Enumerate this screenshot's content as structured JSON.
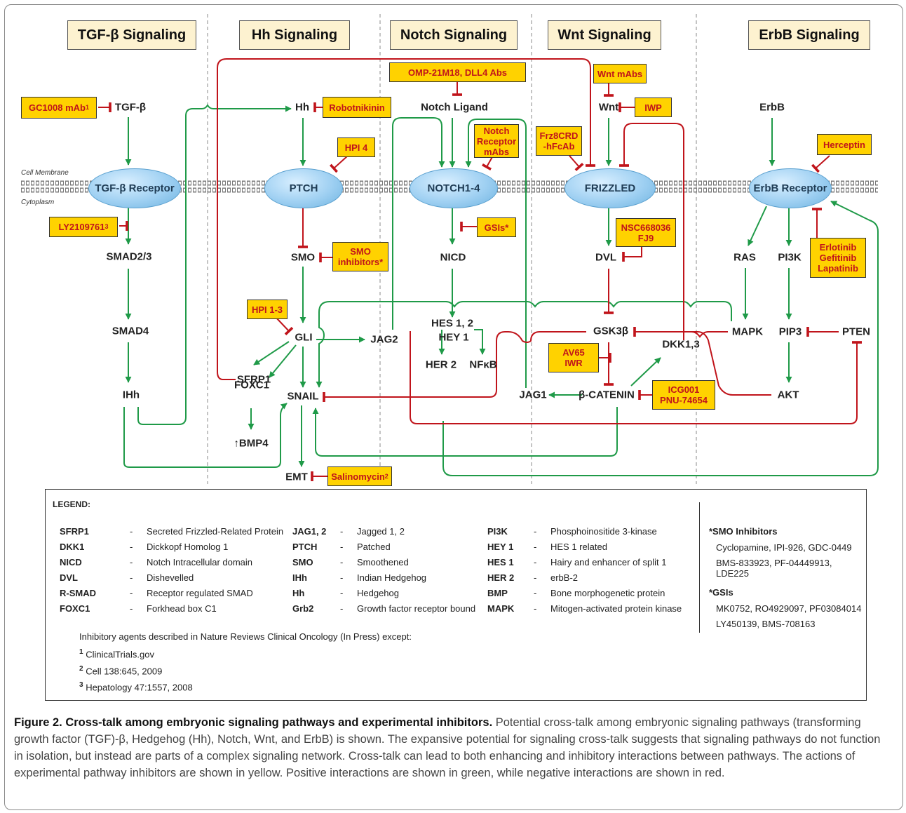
{
  "pathway_titles": [
    "TGF-β Signaling",
    "Hh Signaling",
    "Notch Signaling",
    "Wnt Signaling",
    "ErbB Signaling"
  ],
  "membrane": {
    "cell_membrane_label": "Cell Membrane",
    "cytoplasm_label": "Cytoplasm"
  },
  "receptors": {
    "tgfb": "TGF-β Receptor",
    "ptch": "PTCH",
    "notch": "NOTCH1-4",
    "frizzled": "FRIZZLED",
    "erbb": "ErbB Receptor"
  },
  "nodes": {
    "tgfb": "TGF-β",
    "smad23": "SMAD2/3",
    "smad4": "SMAD4",
    "ihh": "IHh",
    "hh": "Hh",
    "smo": "SMO",
    "gli": "GLI",
    "sfrp1": "SFRP1",
    "foxc1": "FOXC1",
    "bmp4": "↑BMP4",
    "snail": "SNAIL",
    "emt": "EMT",
    "jag2": "JAG2",
    "notch_ligand": "Notch Ligand",
    "nicd": "NICD",
    "hes12": "HES 1, 2",
    "hey1": "HEY 1",
    "her2": "HER 2",
    "nfkb": "NFκB",
    "wnt": "Wnt",
    "dvl": "DVL",
    "gsk3b": "GSK3β",
    "dkk13": "DKK1,3",
    "bcatenin": "β-CATENIN",
    "jag1": "JAG1",
    "erbb": "ErbB",
    "ras": "RAS",
    "pi3k": "PI3K",
    "mapk": "MAPK",
    "pip3": "PIP3",
    "pten": "PTEN",
    "akt": "AKT"
  },
  "inhibitors": {
    "gc1008": {
      "text": "GC1008 mAb",
      "sup": "1"
    },
    "ly2109761": {
      "text": "LY2109761",
      "sup": "3"
    },
    "robotnikinin": "Robotnikinin",
    "hpi4": "HPI 4",
    "smo_inhibitors": "SMO\ninhibitors*",
    "hpi13": "HPI 1-3",
    "salinomycin": {
      "text": "Salinomycin",
      "sup": "2"
    },
    "omp": "OMP-21M18, DLL4 Abs",
    "notch_mabs": "Notch\nReceptor\nmAbs",
    "gsis": "GSIs*",
    "wnt_mabs": "Wnt mAbs",
    "iwp": "IWP",
    "frz8": "Frz8CRD\n-hFcAb",
    "nsc": "NSC668036\nFJ9",
    "av65": "AV65\nIWR",
    "icg001": "ICG001\nPNU-74654",
    "herceptin": "Herceptin",
    "erlotinib": "Erlotinib\nGefitinib\nLapatinib"
  },
  "legend": {
    "title": "LEGEND:",
    "col1": [
      {
        "abbr": "SFRP1",
        "def": "Secreted Frizzled-Related Protein"
      },
      {
        "abbr": "DKK1",
        "def": "Dickkopf Homolog 1"
      },
      {
        "abbr": "NICD",
        "def": "Notch Intracellular domain"
      },
      {
        "abbr": "DVL",
        "def": "Dishevelled"
      },
      {
        "abbr": "R-SMAD",
        "def": "Receptor regulated SMAD"
      },
      {
        "abbr": "FOXC1",
        "def": "Forkhead box C1"
      }
    ],
    "col2": [
      {
        "abbr": "JAG1, 2",
        "def": "Jagged 1, 2"
      },
      {
        "abbr": "PTCH",
        "def": "Patched"
      },
      {
        "abbr": "SMO",
        "def": "Smoothened"
      },
      {
        "abbr": "IHh",
        "def": "Indian Hedgehog"
      },
      {
        "abbr": "Hh",
        "def": "Hedgehog"
      },
      {
        "abbr": "Grb2",
        "def": "Growth factor receptor bound"
      }
    ],
    "col3": [
      {
        "abbr": "PI3K",
        "def": "Phosphoinositide 3-kinase"
      },
      {
        "abbr": "HEY 1",
        "def": "HES 1 related"
      },
      {
        "abbr": "HES 1",
        "def": "Hairy and enhancer of split 1"
      },
      {
        "abbr": "HER 2",
        "def": "erbB-2"
      },
      {
        "abbr": "BMP",
        "def": "Bone morphogenetic protein"
      },
      {
        "abbr": "MAPK",
        "def": "Mitogen-activated protein kinase"
      }
    ],
    "smo_title": "*SMO Inhibitors",
    "smo_lines": [
      "Cyclopamine, IPI-926, GDC-0449",
      "BMS-833923, PF-04449913, LDE225"
    ],
    "gsi_title": "*GSIs",
    "gsi_lines": [
      "MK0752, RO4929097, PF03084014",
      "LY450139, BMS-708163"
    ],
    "note": "Inhibitory agents described in Nature Reviews Clinical Oncology (In Press) except:",
    "refs": [
      {
        "num": "1",
        "text": "ClinicalTrials.gov"
      },
      {
        "num": "2",
        "text": "Cell 138:645, 2009"
      },
      {
        "num": "3",
        "text": "Hepatology 47:1557, 2008"
      }
    ]
  },
  "caption": {
    "bold": "Figure 2. Cross-talk among embryonic signaling pathways and experimental inhibitors.",
    "text": " Potential cross-talk among embryonic signaling pathways (transforming growth factor (TGF)-β, Hedgehog (Hh), Notch, Wnt, and ErbB) is shown. The expansive potential for signaling cross-talk suggests that signaling pathways do not function in isolation, but instead are parts of a complex signaling network. Cross-talk can lead to both enhancing and inhibitory interactions between pathways. The actions of experimental pathway inhibitors are shown in yellow. Positive interactions are shown in green, while negative interactions are shown in red."
  },
  "colors": {
    "activation": "#1f9a48",
    "inhibition": "#c0141b",
    "inhibitor_box": "#ffd200",
    "title_box": "#fdf2d0",
    "receptor": "#9fd0f2"
  }
}
